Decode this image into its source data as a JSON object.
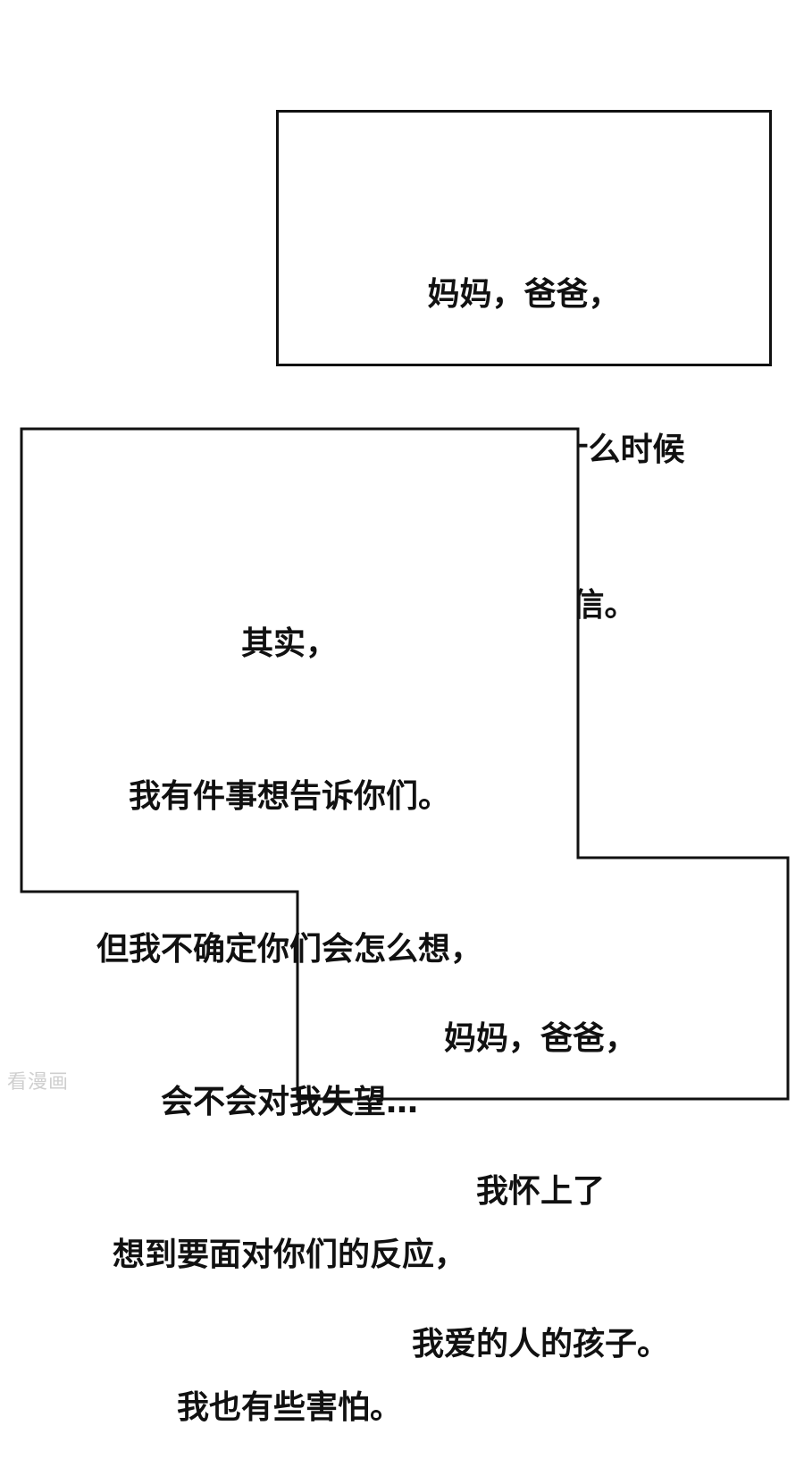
{
  "caption_top": {
    "lines": [
      "妈妈，爸爸，",
      "我不知道你们什么时候",
      "会看到这封信。"
    ]
  },
  "caption_middle": {
    "lines": [
      "其实，",
      "我有件事想告诉你们。",
      "但我不确定你们会怎么想，",
      "会不会对我失望…",
      "想到要面对你们的反应，",
      "我也有些害怕。"
    ]
  },
  "caption_bottom": {
    "lines": [
      "妈妈，爸爸，",
      "我怀上了",
      "我爱的人的孩子。"
    ]
  },
  "watermark": {
    "text": "看漫画"
  },
  "colors": {
    "border": "#111111",
    "text": "#111111",
    "background": "#ffffff",
    "watermark": "#cfcfcf"
  }
}
